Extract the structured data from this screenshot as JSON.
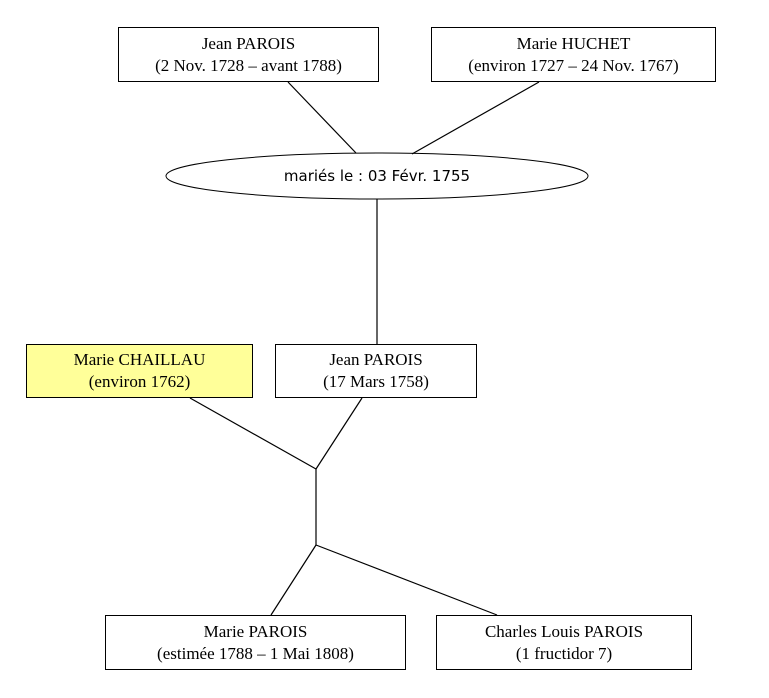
{
  "persons": {
    "jean_parois_father": {
      "name": "Jean PAROIS",
      "dates": "(2 Nov. 1728 – avant 1788)"
    },
    "marie_huchet": {
      "name": "Marie HUCHET",
      "dates": "(environ 1727 – 24 Nov. 1767)"
    },
    "marie_chaillau": {
      "name": "Marie CHAILLAU",
      "dates": "(environ 1762)"
    },
    "jean_parois_son": {
      "name": "Jean PAROIS",
      "dates": "(17 Mars 1758)"
    },
    "marie_parois": {
      "name": "Marie PAROIS",
      "dates": "(estimée 1788 – 1 Mai 1808)"
    },
    "charles_louis_parois": {
      "name": "Charles Louis PAROIS",
      "dates": "(1 fructidor 7)"
    }
  },
  "marriage": {
    "label": "mariés le : 03 Févr. 1755"
  },
  "colors": {
    "highlight": "#ffff99",
    "line": "#000000",
    "box_border": "#000000"
  }
}
